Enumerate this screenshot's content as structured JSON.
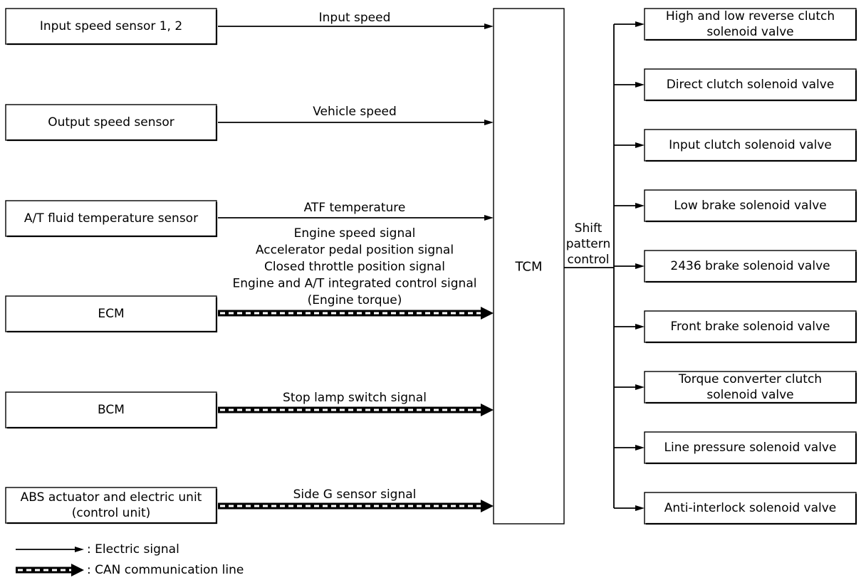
{
  "inputs": [
    {
      "lines": [
        "Input speed sensor 1, 2"
      ],
      "signal": [
        "Input speed"
      ],
      "kind": "electric"
    },
    {
      "lines": [
        "Output speed sensor"
      ],
      "signal": [
        "Vehicle speed"
      ],
      "kind": "electric"
    },
    {
      "lines": [
        "A/T fluid temperature sensor"
      ],
      "signal": [
        "ATF temperature"
      ],
      "kind": "electric"
    },
    {
      "lines": [
        "ECM"
      ],
      "signal": [
        "Engine speed signal",
        "Accelerator pedal position signal",
        "Closed throttle position signal",
        "Engine and A/T integrated control signal",
        "(Engine torque)"
      ],
      "kind": "can"
    },
    {
      "lines": [
        "BCM"
      ],
      "signal": [
        "Stop lamp switch signal"
      ],
      "kind": "can"
    },
    {
      "lines": [
        "ABS actuator and electric unit",
        "(control unit)"
      ],
      "signal": [
        "Side G sensor signal"
      ],
      "kind": "can"
    }
  ],
  "tcm": {
    "label": "TCM"
  },
  "output_label": [
    "Shift",
    "pattern",
    "control"
  ],
  "outputs": [
    {
      "lines": [
        "High and low reverse clutch",
        "solenoid valve"
      ]
    },
    {
      "lines": [
        "Direct clutch solenoid valve"
      ]
    },
    {
      "lines": [
        "Input clutch solenoid valve"
      ]
    },
    {
      "lines": [
        "Low brake solenoid valve"
      ]
    },
    {
      "lines": [
        "2436 brake solenoid valve"
      ]
    },
    {
      "lines": [
        "Front brake solenoid valve"
      ]
    },
    {
      "lines": [
        "Torque converter clutch",
        "solenoid valve"
      ]
    },
    {
      "lines": [
        "Line pressure solenoid valve"
      ]
    },
    {
      "lines": [
        "Anti-interlock solenoid valve"
      ]
    }
  ],
  "legend": [
    {
      "kind": "electric",
      "label": ": Electric signal"
    },
    {
      "kind": "can",
      "label": ": CAN communication line"
    }
  ]
}
